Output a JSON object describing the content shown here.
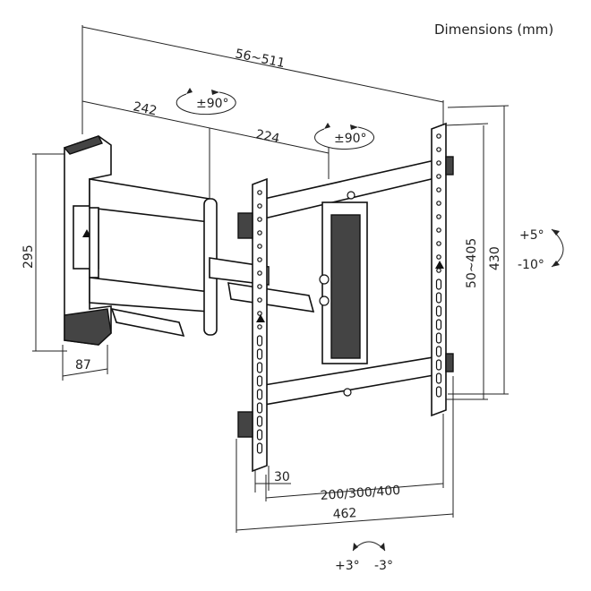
{
  "title": "Dimensions (mm)",
  "dimensions": {
    "overall_depth": "56~511",
    "arm_1": "242",
    "arm_2": "224",
    "wall_plate_height": "295",
    "wall_plate_width": "87",
    "vertical_holes": "50~405",
    "bracket_height": "430",
    "bar_width": "30",
    "horizontal_holes": "200/300/400",
    "bracket_width": "462"
  },
  "rotation": {
    "swivel_1": "±90°",
    "swivel_2": "±90°",
    "tilt_up": "+5°",
    "tilt_down": "-10°",
    "level_plus": "+3°",
    "level_minus": "-3°"
  }
}
